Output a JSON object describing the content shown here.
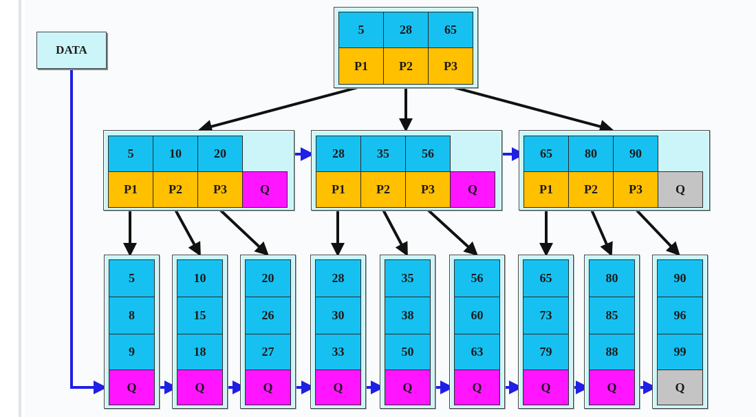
{
  "data_label": "DATA",
  "root": {
    "keys": [
      "5",
      "28",
      "65"
    ],
    "pointers": [
      "P1",
      "P2",
      "P3"
    ]
  },
  "internal_nodes": [
    {
      "keys": [
        "5",
        "10",
        "20"
      ],
      "pointers": [
        "P1",
        "P2",
        "P3"
      ],
      "next": "Q"
    },
    {
      "keys": [
        "28",
        "35",
        "56"
      ],
      "pointers": [
        "P1",
        "P2",
        "P3"
      ],
      "next": "Q"
    },
    {
      "keys": [
        "65",
        "80",
        "90"
      ],
      "pointers": [
        "P1",
        "P2",
        "P3"
      ],
      "next": "Q"
    }
  ],
  "leaves": [
    {
      "keys": [
        "5",
        "8",
        "9"
      ],
      "next": "Q"
    },
    {
      "keys": [
        "10",
        "15",
        "18"
      ],
      "next": "Q"
    },
    {
      "keys": [
        "20",
        "26",
        "27"
      ],
      "next": "Q"
    },
    {
      "keys": [
        "28",
        "30",
        "33"
      ],
      "next": "Q"
    },
    {
      "keys": [
        "35",
        "38",
        "50"
      ],
      "next": "Q"
    },
    {
      "keys": [
        "56",
        "60",
        "63"
      ],
      "next": "Q"
    },
    {
      "keys": [
        "65",
        "73",
        "79"
      ],
      "next": "Q"
    },
    {
      "keys": [
        "80",
        "85",
        "88"
      ],
      "next": "Q"
    },
    {
      "keys": [
        "90",
        "96",
        "99"
      ],
      "next": "Q"
    }
  ],
  "colors": {
    "key": "#16c1f1",
    "pointer": "#ffc000",
    "link_pointer": "#ff15ff",
    "null_pointer": "#c4c4c4",
    "node_bg": "#ccf5f9",
    "tree_edge": "#111111",
    "link_edge": "#1f1fe6"
  }
}
